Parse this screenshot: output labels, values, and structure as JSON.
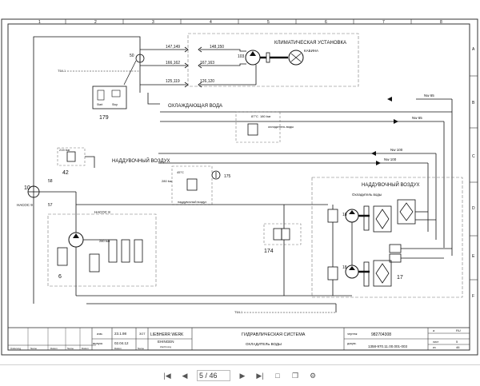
{
  "border": {
    "columns": [
      "1",
      "2",
      "3",
      "4",
      "5",
      "6",
      "7",
      "8"
    ],
    "rows": [
      "A",
      "B",
      "C",
      "D",
      "E",
      "F"
    ]
  },
  "labels": {
    "climate_unit": "КЛИМАТИЧЕСКАЯ УСТАНОВКА",
    "cabin": "КАБИНА",
    "cooling_water": "ОХЛАЖДАЮЩАЯ ВОДА",
    "cooler_water_small": "охладитель воды",
    "charge_air_left": "НАДДУВОЧНЫЙ ВОЗДУХ",
    "charge_air_small": "наддувочный воздух",
    "charge_air_right": "НАДДУВОЧНЫЙ ВОЗДУХ",
    "water_cooler": "Охладитель воды",
    "hacoc8": "НАСОС 8",
    "hacoc9": "НАСОС 9",
    "t5": "T5/L1",
    "t5b": "T5/L1",
    "start": "Start",
    "stop": "Stop"
  },
  "ports": {
    "p147": "147,149",
    "p148": "148,150",
    "p166": "166,162",
    "p167": "167,163",
    "p125": "125,119",
    "p126": "126,120",
    "nw65a": "Nw 65",
    "nw65b": "Nw 65",
    "nw100a": "Nw 100",
    "nw100b": "Nw 100"
  },
  "values": {
    "bar215": "215\nbar",
    "bar280": "280 bar",
    "bar280b": "280\nbar",
    "bar180": "180\nbar",
    "t87": "87°C",
    "t45": "45°C"
  },
  "refs": {
    "r50": "50",
    "r103": "103",
    "r179": "179",
    "r42": "42",
    "r10": "10",
    "r58": "58",
    "r57": "57",
    "r175": "175",
    "r174": "174",
    "r18a": "18",
    "r18b": "18",
    "r17": "17",
    "r6": "6"
  },
  "title_block": {
    "row1_label": "изм.",
    "date1": "23.1.98",
    "name1": "ЗОТ",
    "company": "LIEBHERR WERK",
    "city": "EHINGEN",
    "row2_label": "выпуск",
    "date2": "02.04.12",
    "title": "ГИДРАВЛИЧЕСКАЯ СИСТЕМА",
    "subtitle": "ОХЛАДИТЕЛЬ ВОДЫ",
    "drawing_label": "чертеж",
    "drawing_number": "982704308",
    "doc_label": "докум.",
    "doc_number": "1358-970.11.00.001-003",
    "sheet_label": "лист",
    "sheet_value": "5",
    "of_label": "из",
    "of_value": "46",
    "corner_a": "a",
    "corner_ru": "RU",
    "footer_cols": [
      "Änderung",
      "Name",
      "Datum",
      "Name",
      "Datum",
      "Datum",
      "Name"
    ],
    "company_sub": "Zeichnung"
  },
  "viewer": {
    "page_display": "5 / 46"
  }
}
